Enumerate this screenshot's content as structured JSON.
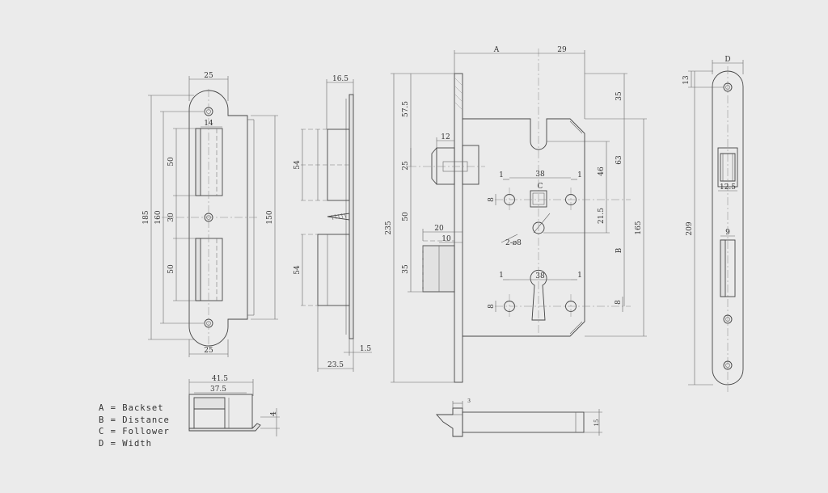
{
  "legend": [
    {
      "key": "A",
      "text": "Backset"
    },
    {
      "key": "B",
      "text": "Distance"
    },
    {
      "key": "C",
      "text": "Follower"
    },
    {
      "key": "D",
      "text": "Width"
    }
  ],
  "faceplate_front": {
    "top_width": "25",
    "bottom_width": "25",
    "slot_width": "14",
    "overall_height": "185",
    "hole_spacing": "160",
    "strike_height": "150",
    "upper_slot": "50",
    "middle_gap": "30",
    "lower_slot": "50"
  },
  "side_view": {
    "depth": "16.5",
    "upper_block": "54",
    "lower_block": "54",
    "plate_thickness": "1.5",
    "base_depth": "23.5"
  },
  "top_view": {
    "outer": "41.5",
    "inner": "37.5",
    "thickness": "4"
  },
  "lock_body": {
    "backset": "A",
    "handle_offset": "29",
    "top_margin": "35",
    "case_height": "235",
    "face_top": "57.5",
    "latch_width": "12",
    "latch_height": "25",
    "spindle_drop": "50",
    "deadbolt_throw": "20",
    "deadbolt_inner": "10",
    "deadbolt_height": "35",
    "follower": "C",
    "follower_width": "38",
    "hole_offset_left": "1",
    "hole_offset_right": "1",
    "hole_height": "8",
    "case_46": "46",
    "case_63": "63",
    "case_165": "165",
    "dist_21_5": "21.5",
    "distance": "B",
    "cyl_width": "38",
    "cyl_offset_left": "1",
    "cyl_offset_right": "1",
    "cyl_left_height": "8",
    "cyl_right_height": "8",
    "screw_holes": "2-ø8"
  },
  "bolt_view": {
    "tip": "3",
    "height": "15"
  },
  "faceplate_side": {
    "width": "D",
    "top_offset": "13",
    "latch_width": "12.5",
    "bolt_width": "9",
    "overall_height": "209"
  }
}
